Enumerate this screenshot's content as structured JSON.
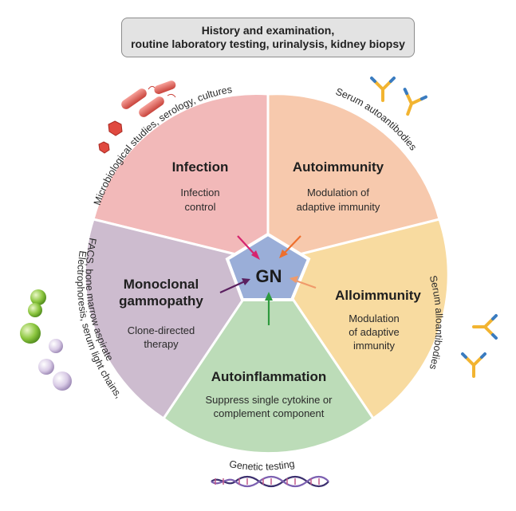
{
  "header": {
    "line1": "History and examination,",
    "line2": "routine laboratory testing, urinalysis, kidney biopsy"
  },
  "center": {
    "label": "GN",
    "color": "#9aaed8"
  },
  "segments": {
    "infection": {
      "title": "Infection",
      "sub1": "Infection",
      "sub2": "control",
      "color": "#f2b9b9"
    },
    "autoimmunity": {
      "title": "Autoimmunity",
      "sub1": "Modulation of",
      "sub2": "adaptive immunity",
      "color": "#f7c9ad"
    },
    "alloimmunity": {
      "title": "Alloimmunity",
      "sub1": "Modulation",
      "sub2": "of adaptive",
      "sub3": "immunity",
      "color": "#f8dba0"
    },
    "autoinflammation": {
      "title": "Autoinflammation",
      "sub1": "Suppress single cytokine or",
      "sub2": "complement component",
      "color": "#bcdcb8"
    },
    "monoclonal": {
      "title1": "Monoclonal",
      "title2": "gammopathy",
      "sub1": "Clone-directed",
      "sub2": "therapy",
      "color": "#cdbccf"
    }
  },
  "outer_labels": {
    "microbiological": "Microbiological studies, serology, cultures",
    "autoantibodies": "Serum autoantibodies",
    "alloantibodies": "Serum alloantibodies",
    "electrophoresis1": "Electrophoresis, serum light chains,",
    "electrophoresis2": "FACS, bone marrow aspirate",
    "genetic": "Genetic testing"
  },
  "arrow_colors": {
    "infection": "#d6246e",
    "autoimmunity": "#ee6f2d",
    "alloimmunity": "#f09a6a",
    "autoinflammation": "#2e9a3e",
    "monoclonal": "#5a1f5f"
  }
}
